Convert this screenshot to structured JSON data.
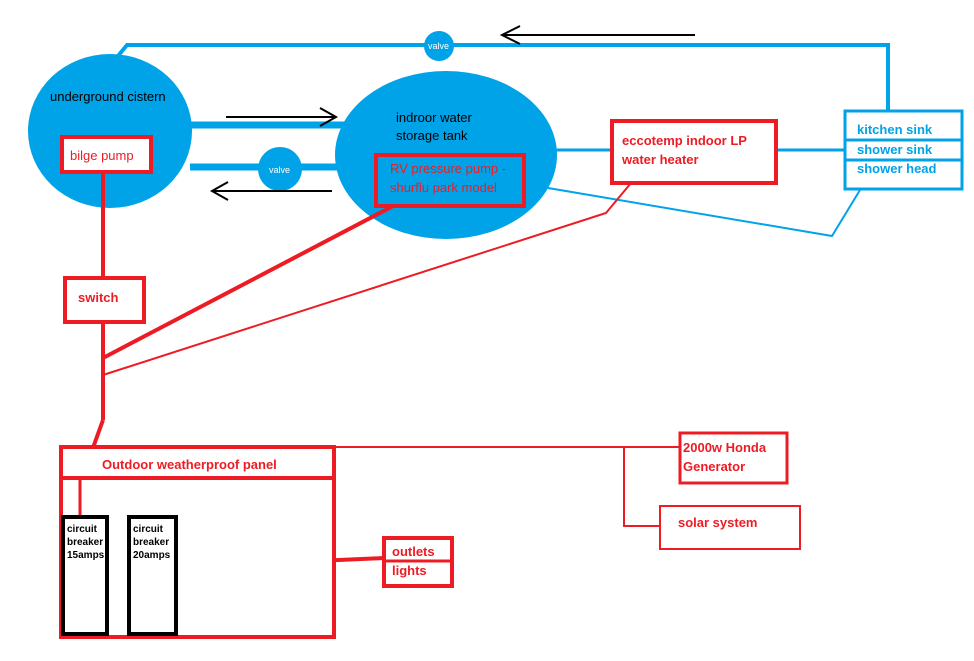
{
  "cistern": {
    "label": "underground cistern"
  },
  "bilge_pump": {
    "label": "bilge pump"
  },
  "storage_tank": {
    "label_line1": "indroor water",
    "label_line2": "storage tank"
  },
  "rv_pump": {
    "label_line1": "RV pressure pump -",
    "label_line2": "shurflu park model"
  },
  "water_heater": {
    "label_line1": "eccotemp indoor LP",
    "label_line2": "water heater"
  },
  "fixtures": {
    "items": [
      "kitchen sink",
      "shower sink",
      "shower head"
    ]
  },
  "valve_top": {
    "label": "valve"
  },
  "valve_bottom": {
    "label": "valve"
  },
  "switch": {
    "label": "switch"
  },
  "panel": {
    "label": "Outdoor weatherproof panel"
  },
  "breaker_15": {
    "line1": "circuit",
    "line2": "breaker",
    "line3": "15amps"
  },
  "breaker_20": {
    "line1": "circuit",
    "line2": "breaker",
    "line3": "20amps"
  },
  "outlets": {
    "label": "outlets"
  },
  "lights": {
    "label": "lights"
  },
  "generator": {
    "label_line1": "2000w Honda",
    "label_line2": "Generator"
  },
  "solar": {
    "label": "solar system"
  },
  "colors": {
    "water": "#00a2e8",
    "electric": "#ed1c24",
    "breaker": "#000000"
  }
}
